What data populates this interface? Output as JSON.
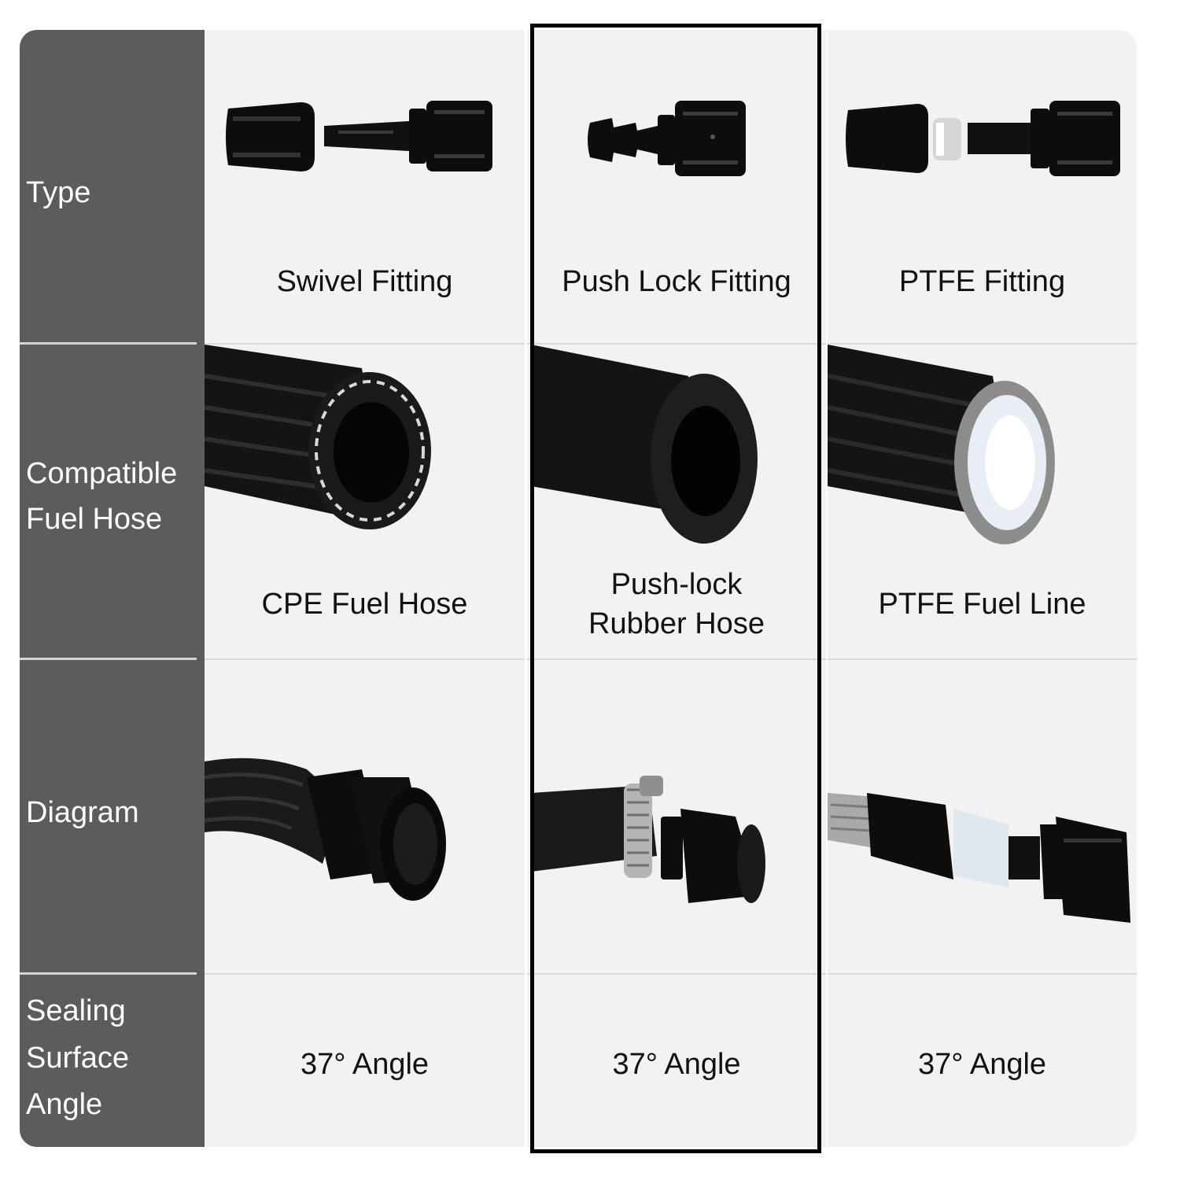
{
  "row_labels": {
    "type": "Type",
    "hose_line1": "Compatible",
    "hose_line2": "Fuel Hose",
    "diagram": "Diagram",
    "angle_line1": "Sealing",
    "angle_line2": "Surface",
    "angle_line3": "Angle"
  },
  "columns": [
    {
      "fitting": "Swivel Fitting",
      "fitting_icon": "swivel-fitting-image",
      "hose": "CPE Fuel Hose",
      "hose_icon": "braided-cpe-hose-image",
      "diagram_icon": "swivel-hose-assembly-image",
      "angle": "37° Angle"
    },
    {
      "fitting": "Push Lock Fitting",
      "fitting_icon": "push-lock-fitting-image",
      "hose_line1": "Push-lock",
      "hose_line2": "Rubber Hose",
      "hose_icon": "rubber-hose-image",
      "diagram_icon": "push-lock-hose-clamp-image",
      "angle": "37° Angle"
    },
    {
      "fitting": "PTFE Fitting",
      "fitting_icon": "ptfe-fitting-image",
      "hose": "PTFE Fuel Line",
      "hose_icon": "ptfe-hose-image",
      "diagram_icon": "ptfe-hose-assembly-image",
      "angle": "37° Angle"
    }
  ],
  "colors": {
    "sidebar": "#5c5c5c",
    "panel": "#f2f2f2",
    "highlight_border": "#000000",
    "fitting_black": "#0d0d0d"
  }
}
